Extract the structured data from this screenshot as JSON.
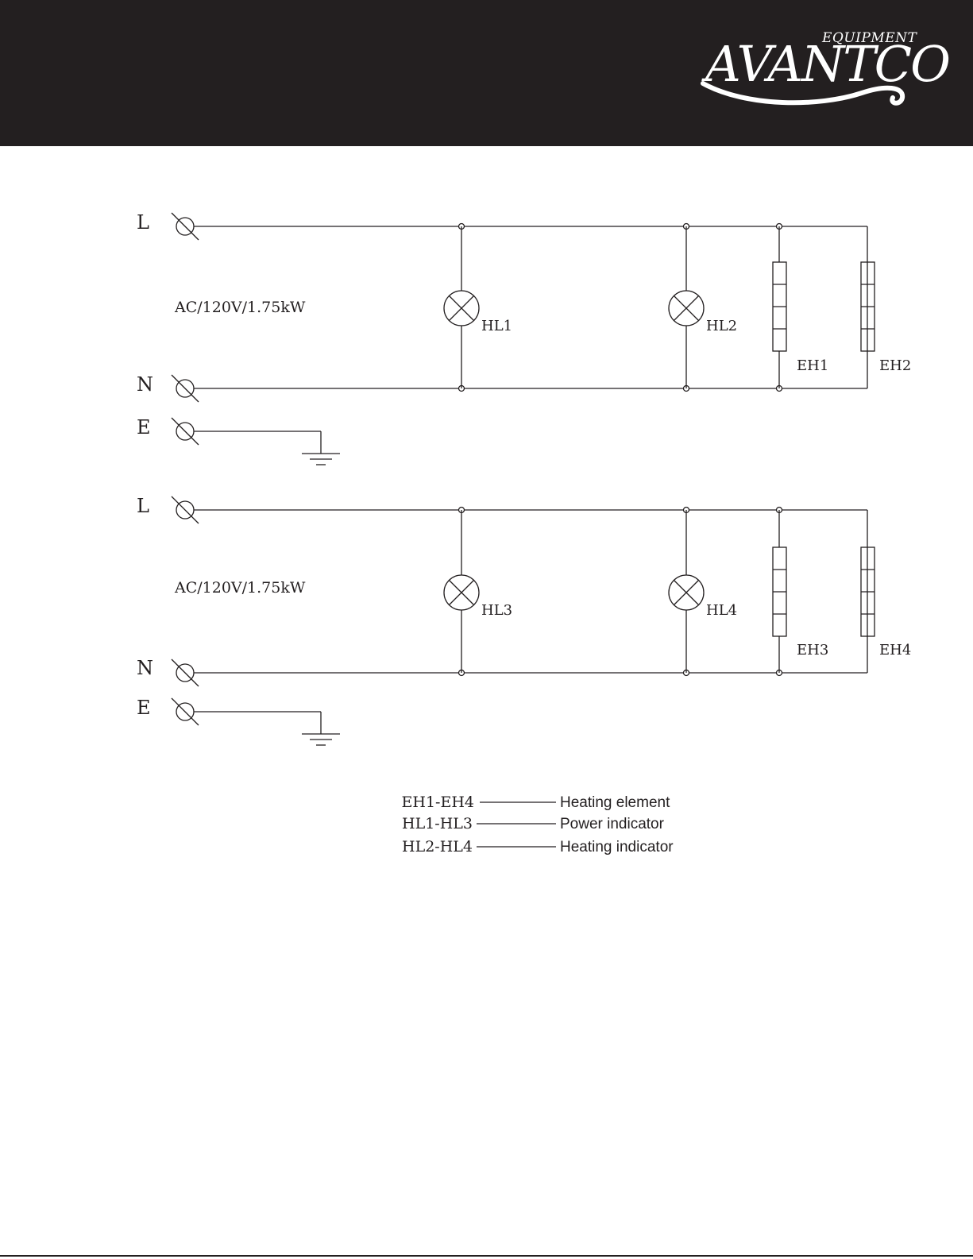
{
  "brand": {
    "tagline": "EQUIPMENT",
    "name": "AVANTCO",
    "colors": {
      "header_bg": "#231f20",
      "logo": "#ffffff",
      "ink": "#231f20"
    }
  },
  "circuits": [
    {
      "terminals": {
        "line": "L",
        "neutral": "N",
        "earth": "E"
      },
      "rating": "AC/120V/1.75kW",
      "lamps": [
        "HL1",
        "HL2"
      ],
      "heaters": [
        "EH1",
        "EH2"
      ]
    },
    {
      "terminals": {
        "line": "L",
        "neutral": "N",
        "earth": "E"
      },
      "rating": "AC/120V/1.75kW",
      "lamps": [
        "HL3",
        "HL4"
      ],
      "heaters": [
        "EH3",
        "EH4"
      ]
    }
  ],
  "legend": [
    {
      "code": "EH1-EH4",
      "meaning": "Heating element"
    },
    {
      "code": "HL1-HL3",
      "meaning": "Power indicator"
    },
    {
      "code": "HL2-HL4",
      "meaning": "Heating indicator"
    }
  ]
}
